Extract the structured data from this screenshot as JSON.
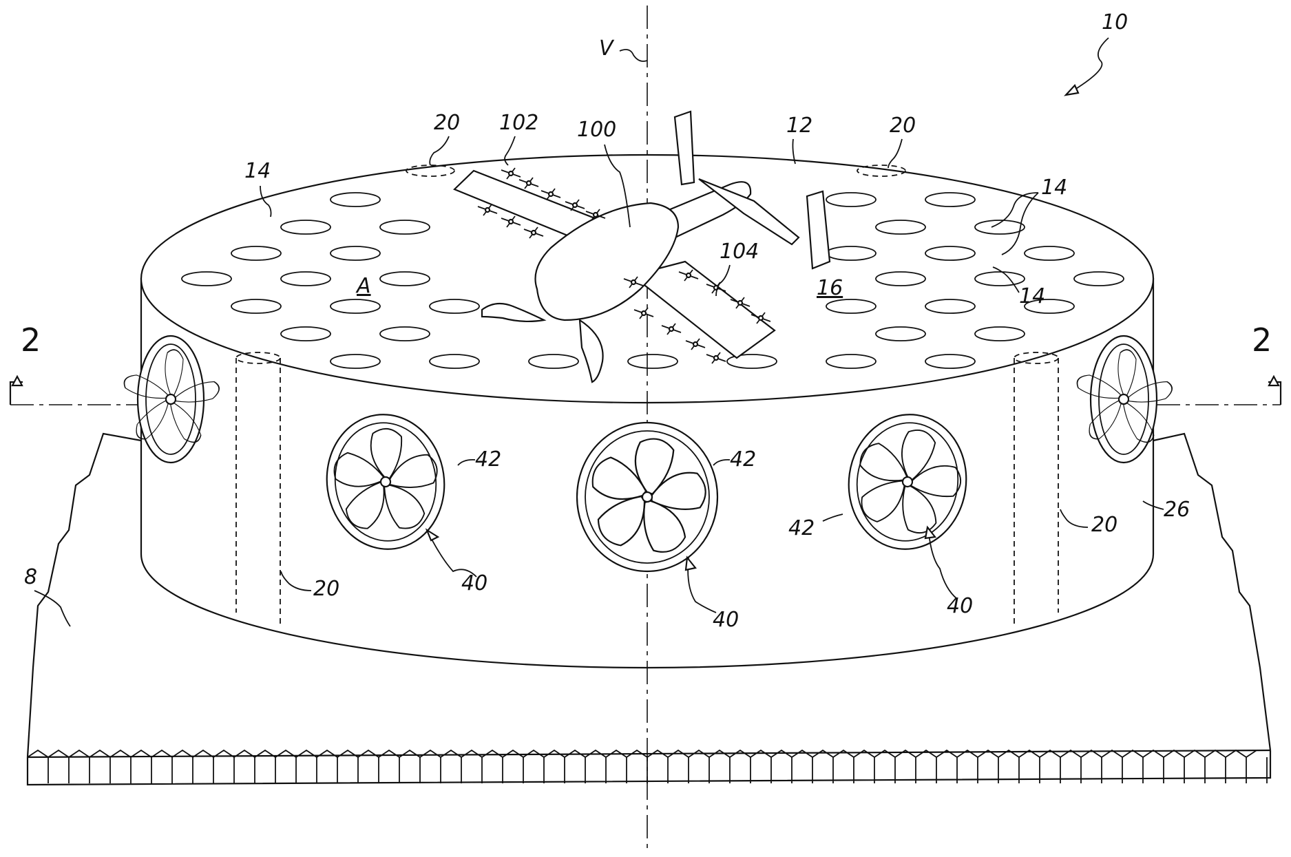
{
  "figure": {
    "labels": {
      "assembly": "10",
      "vertical_axis": "V",
      "platform_top": "12",
      "openings": "14",
      "surface": "16",
      "region": "A",
      "ducts": "20",
      "sidewall": "26",
      "fan_assembly": "40",
      "fan_housing": "42",
      "ground": "8",
      "aircraft": "100",
      "wing_propellers_front": "102",
      "wing_propellers_rear": "104",
      "section_marker": "2"
    }
  }
}
